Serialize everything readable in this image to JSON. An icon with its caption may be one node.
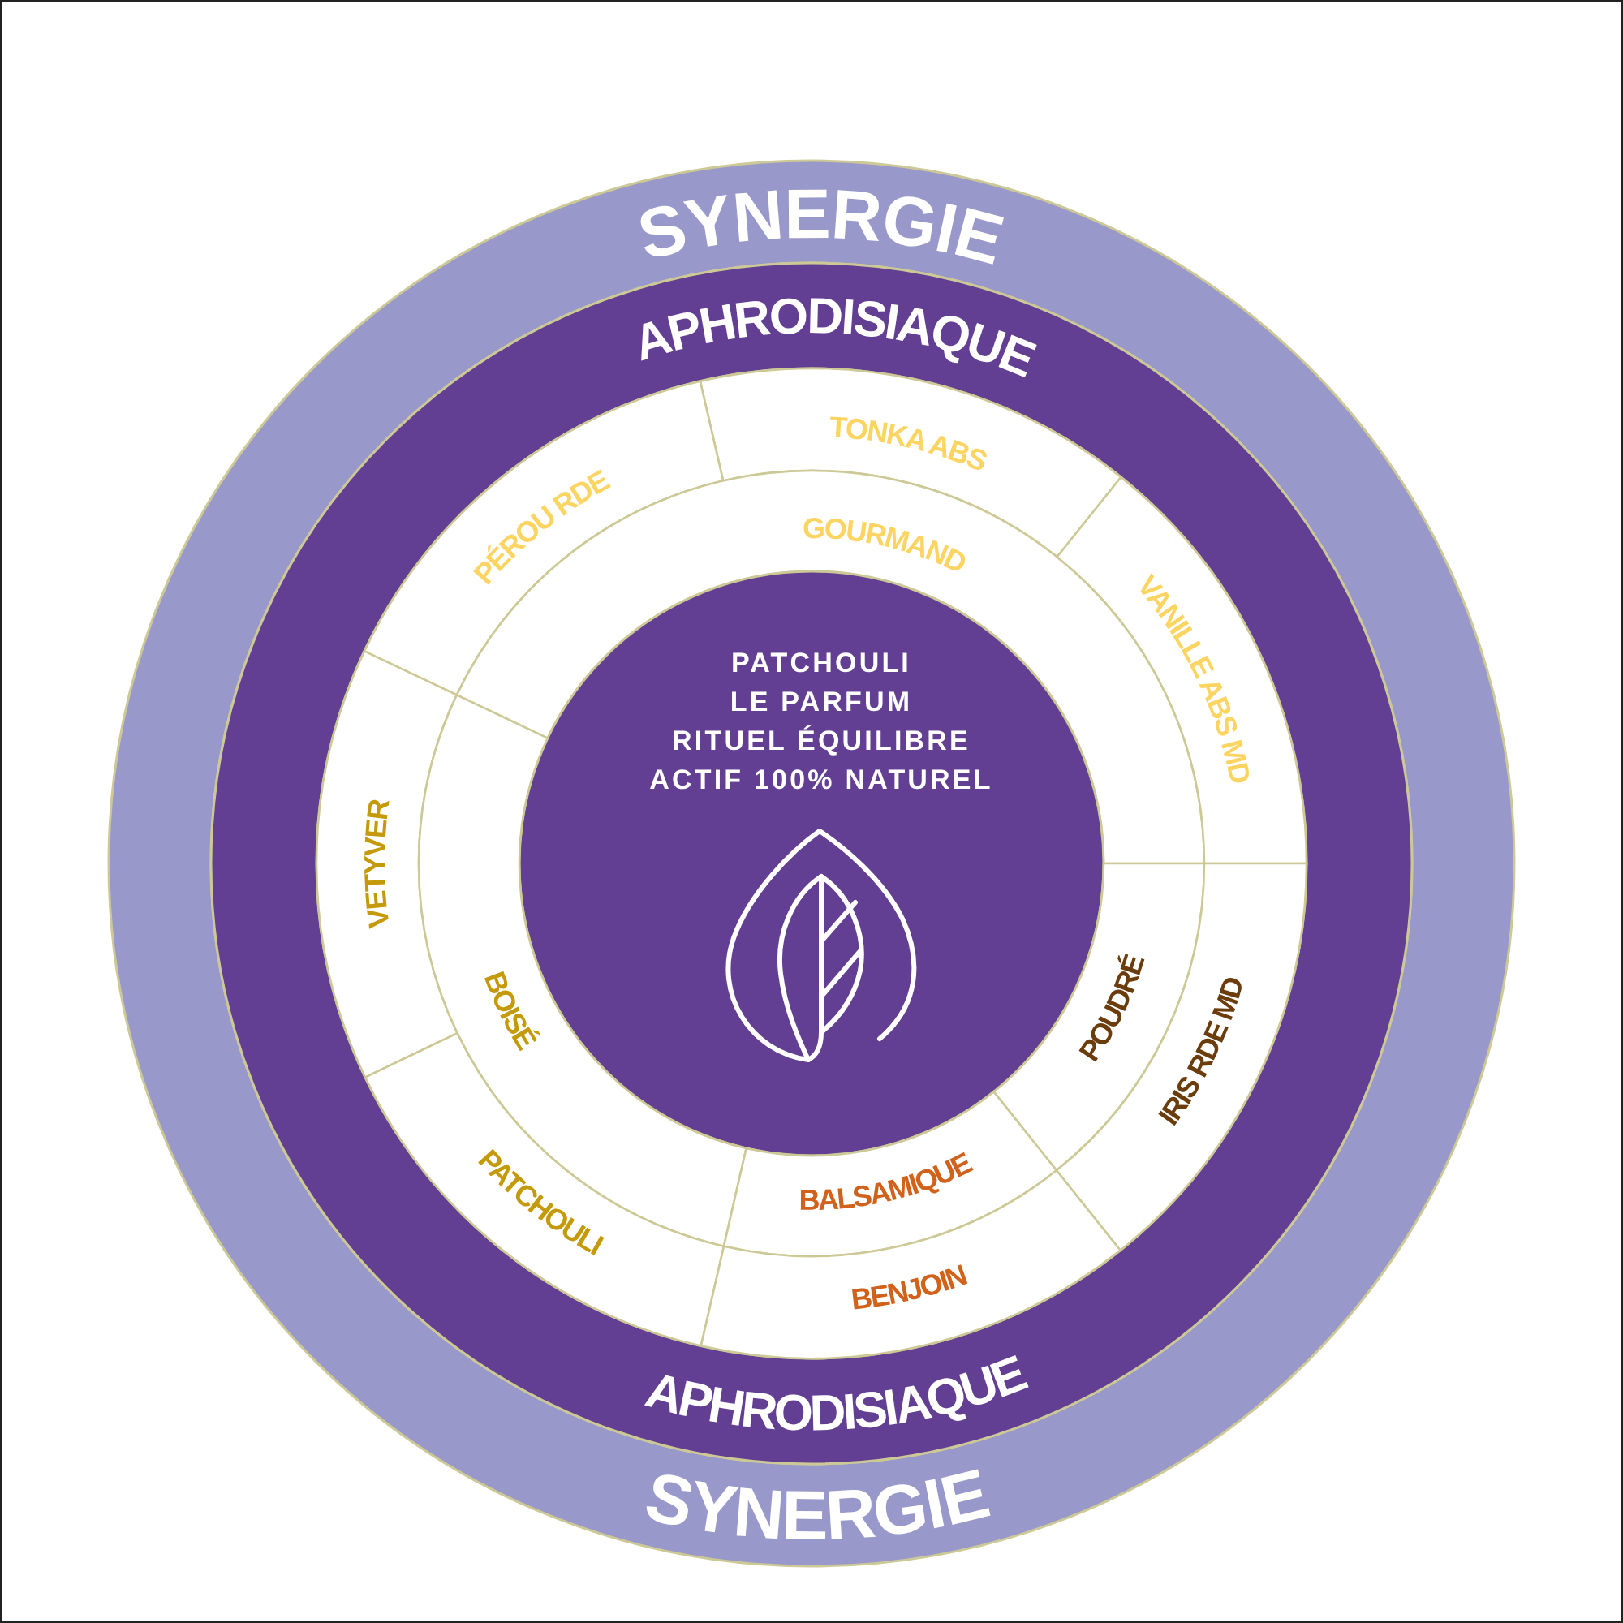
{
  "diagram": {
    "nodes": [
      {
        "text": [
          "SYNERGIE",
          "SYNERGIE"
        ]
      },
      {
        "text": [
          "APHRODISIAQUE",
          "APHRODISIAQUE"
        ],
        "in": 0
      },
      {
        "text": [
          "TONKA ABS"
        ],
        "in": 1
      },
      {
        "text": [
          "PÉROU RDE"
        ],
        "in": 1
      },
      {
        "text": [
          "GOURMAND"
        ],
        "in": 1
      },
      {
        "text": [
          "VANILLE ABS MD"
        ],
        "in": 1
      },
      {
        "text": [
          "PATCHOULI",
          "LE PARFUM",
          "RITUEL ÉQUILIBRE",
          "ACTIF 100% NATUREL"
        ],
        "in": 1
      },
      {
        "text": [
          "VETYVER"
        ],
        "in": 1
      },
      {
        "text": [
          "BOISÉ"
        ],
        "in": 1
      },
      {
        "text": [
          "POUDRÉ"
        ],
        "in": 1
      },
      {
        "text": [
          "IRIS RDE MD"
        ],
        "in": 1
      },
      {
        "text": [
          "BALSAMIQUE"
        ],
        "in": 1
      },
      {
        "text": [
          "PATCHOULI"
        ],
        "in": 1
      },
      {
        "text": [
          "BENJOIN"
        ],
        "in": 1
      }
    ]
  }
}
